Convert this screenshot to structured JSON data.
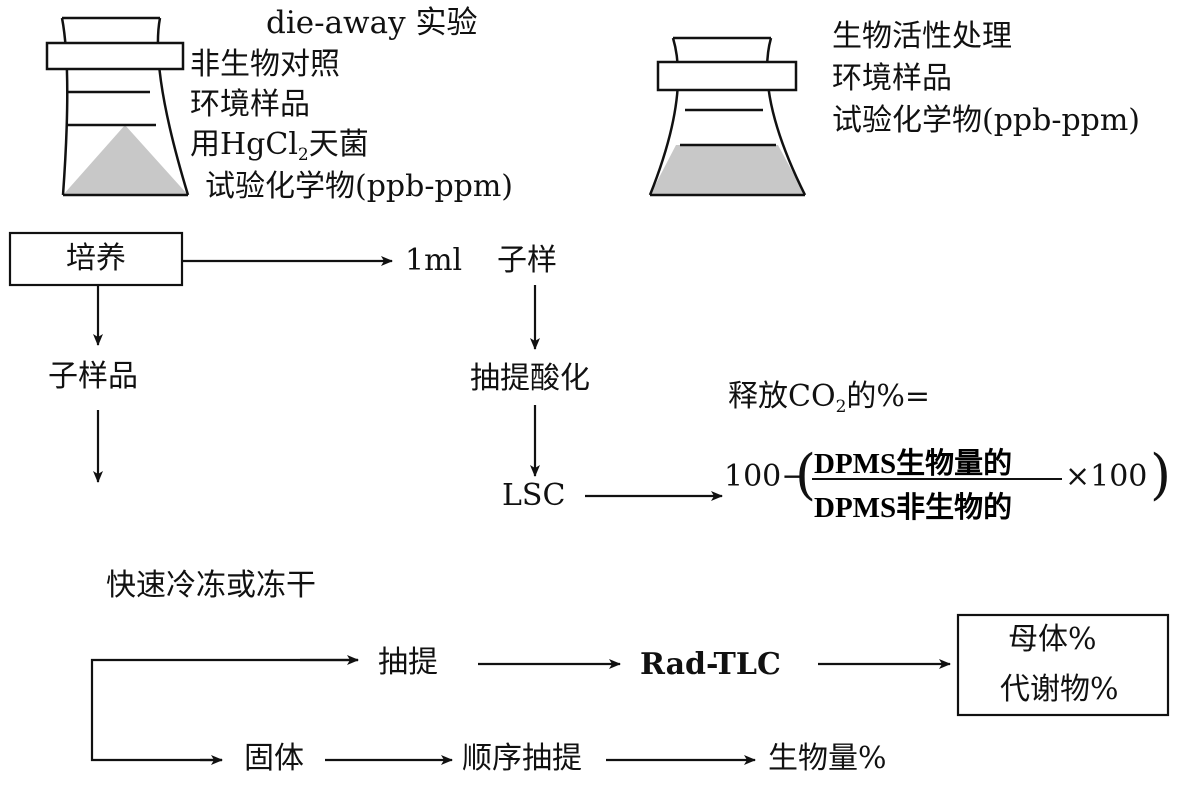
{
  "top_left": {
    "title": "die-away 实验",
    "lines": [
      "非生物对照",
      "环境样品",
      "用HgCl",
      "天菌",
      "试验化学物(ppb-ppm)"
    ],
    "subscript": "2"
  },
  "top_right": {
    "lines": [
      "生物活性处理",
      "环境样品",
      "试验化学物(ppb-ppm)"
    ]
  },
  "flow": {
    "culture": "培养",
    "volume": "1ml",
    "subsample": "子样",
    "subsample_left": "子样品",
    "extract_acidify": "抽提酸化",
    "lsc": "LSC",
    "freeze": "快速冷冻或冻干",
    "extract": "抽提",
    "rad_tlc": "Rad-TLC",
    "parent": "母体%",
    "metabolite": "代谢物%",
    "solid": "固体",
    "seq_extract": "顺序抽提",
    "biomass": "生物量%"
  },
  "formula": {
    "lead": "释放CO",
    "lead_sub": "2",
    "lead_tail": "的%=",
    "prefix": "100−",
    "numerator": "DPMS生物量的",
    "denominator": "DPMS非生物的",
    "suffix": "×100"
  }
}
